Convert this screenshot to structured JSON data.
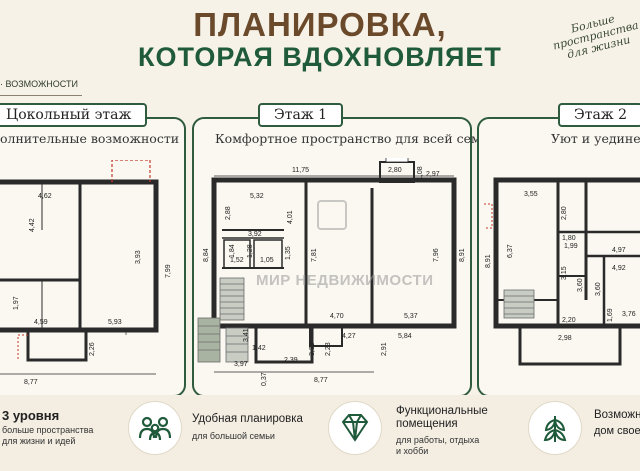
{
  "header": {
    "title_line1": "ПЛАНИРОВКА,",
    "title_line2": "КОТОРАЯ ВДОХНОВЛЯЕТ",
    "script_line1": "Больше",
    "script_line2": "пространства",
    "script_line3": "для жизни",
    "tagline": "· ВОЗМОЖНОСТИ"
  },
  "panels": [
    {
      "tab": "Цокольный этаж",
      "subtitle": "олнительные возможности"
    },
    {
      "tab": "Этаж 1",
      "subtitle": "Комфортное пространство для всей семьи"
    },
    {
      "tab": "Этаж 2",
      "subtitle": "Уют и уедине"
    }
  ],
  "plan_basement": {
    "labels": [
      "4,62",
      "4,42",
      "3,93",
      "7,99",
      "1,97",
      "4,59",
      "5,93",
      "2,26",
      "8,77"
    ]
  },
  "plan_floor1": {
    "labels": [
      "11,75",
      "2,80",
      "1,08",
      "2,97",
      "5,32",
      "2,88",
      "4,01",
      "3,92",
      "1,84",
      "1,28",
      "1,52",
      "1,05",
      "1,35",
      "7,81",
      "7,96",
      "8,91",
      "8,84",
      "4,70",
      "5,37",
      "5,84",
      "4,27",
      "2,91",
      "3,36",
      "2,23",
      "2,39",
      "1,42",
      "3,41",
      "3,97",
      "0,37",
      "8,77"
    ]
  },
  "plan_floor2": {
    "labels": [
      "3,55",
      "2,80",
      "1,80",
      "6,37",
      "1,99",
      "3,15",
      "4,97",
      "4,92",
      "3,60",
      "3,60",
      "1,69",
      "3,76",
      "2,20",
      "8,91",
      "2,98"
    ]
  },
  "watermark": {
    "text": "МИР НЕДВИЖИМОСТИ"
  },
  "features": [
    {
      "title": "3 уровня",
      "sub1": "больше пространства",
      "sub2": "для жизни и идей",
      "icon": "levels-icon"
    },
    {
      "title": "Удобная планировка",
      "sub1": "для большой семьи",
      "sub2": "",
      "icon": "family-icon"
    },
    {
      "title": "Функциональные",
      "title2": "помещения",
      "sub1": "для работы, отдыха",
      "sub2": "и хобби",
      "icon": "diamond-icon"
    },
    {
      "title": "Возможн",
      "sub1": "дом свое",
      "sub2": "",
      "icon": "leaves-icon"
    }
  ],
  "colors": {
    "accent_green": "#1f5a3a",
    "accent_brown": "#6b4a2c",
    "wall": "#2a2a2a",
    "door_red": "#c0392b"
  }
}
